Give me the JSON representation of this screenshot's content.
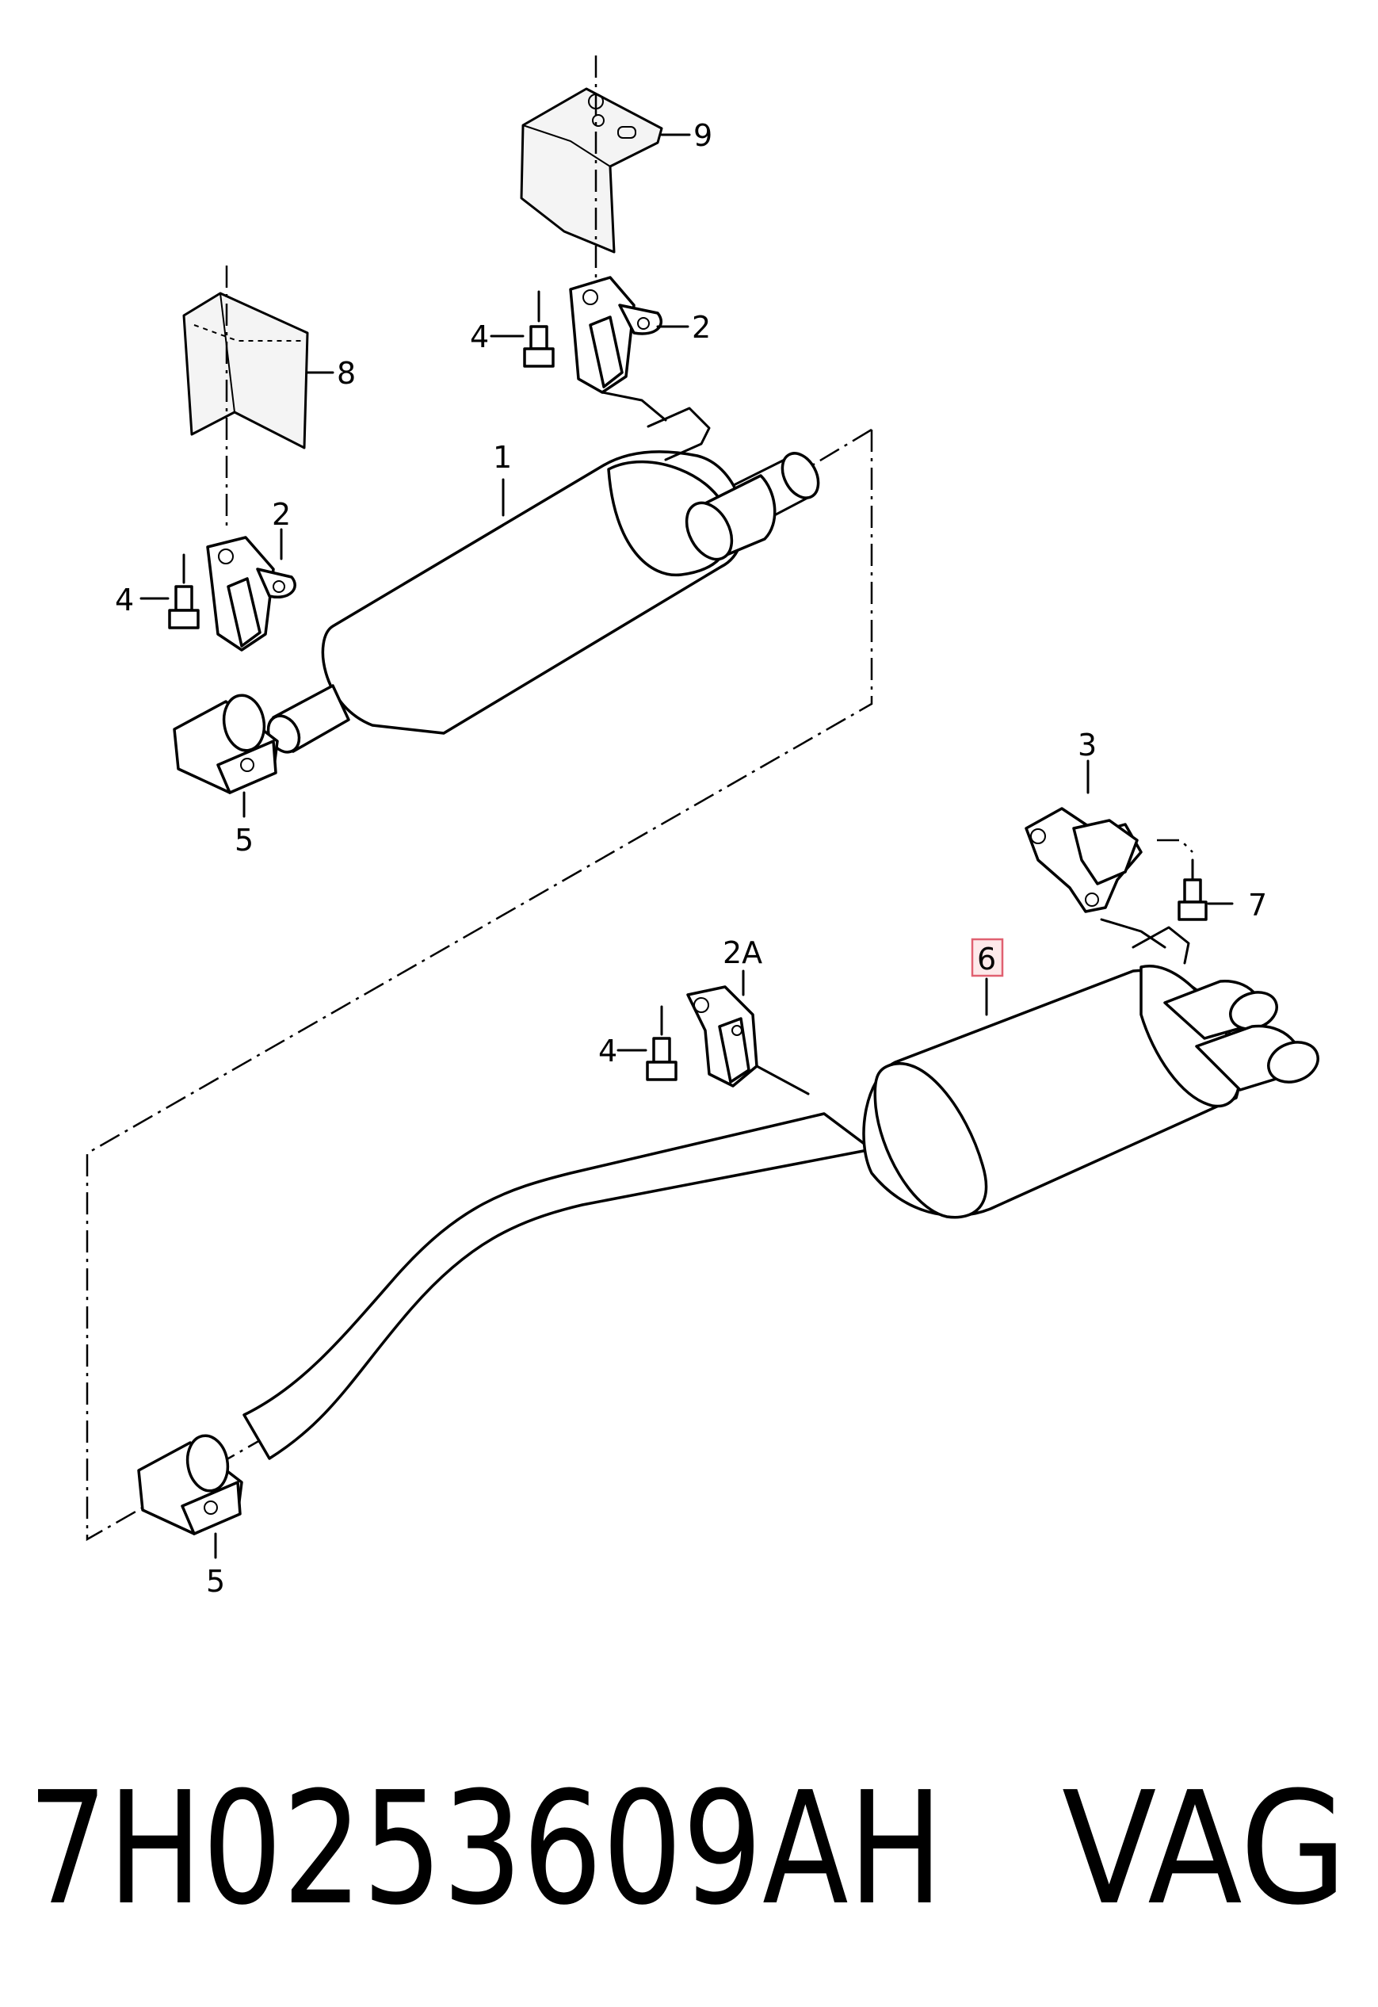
{
  "diagram": {
    "callouts": {
      "c1": "1",
      "c2_top": "2",
      "c2_left": "2",
      "c2A": "2A",
      "c3": "3",
      "c4_top": "4",
      "c4_left": "4",
      "c4_bottom": "4",
      "c5_top": "5",
      "c5_bottom": "5",
      "c6": "6",
      "c7": "7",
      "c8": "8",
      "c9": "9"
    },
    "highlighted_callout": "6",
    "highlight_color": "#e06070"
  },
  "footer": {
    "part_number": "7H0253609AH",
    "brand": "VAG"
  }
}
